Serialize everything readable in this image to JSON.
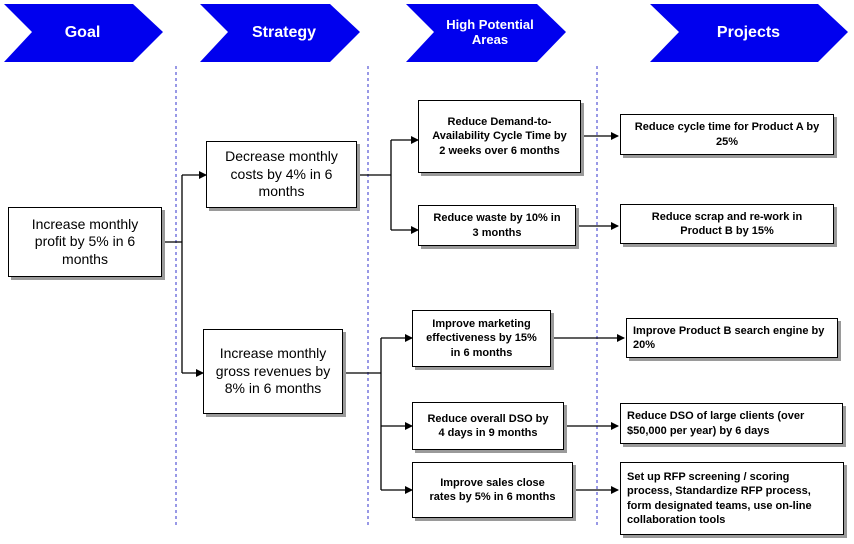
{
  "headers": {
    "goal": "Goal",
    "strategy": "Strategy",
    "areas": "High Potential Areas",
    "projects": "Projects"
  },
  "goal": "Increase monthly profit by 5% in 6 months",
  "strategies": [
    "Decrease monthly costs by 4% in 6 months",
    "Increase monthly gross revenues by 8% in 6 months"
  ],
  "areas": [
    "Reduce Demand-to-Availability Cycle Time by 2 weeks over 6 months",
    "Reduce waste by 10% in 3 months",
    "Improve marketing effectiveness by 15% in 6 months",
    "Reduce overall DSO by 4 days in 9 months",
    "Improve sales close rates by 5% in 6 months"
  ],
  "projects": [
    "Reduce cycle time for Product A by 25%",
    "Reduce scrap and re-work in Product B by 15%",
    "Improve Product B search engine by 20%",
    "Reduce DSO of large clients (over $50,000 per year) by 6 days",
    "Set up RFP screening / scoring process, Standardize RFP process, form designated teams, use on-line collaboration tools"
  ],
  "colors": {
    "header_fill": "#0000ee",
    "divider": "#3333cc"
  }
}
